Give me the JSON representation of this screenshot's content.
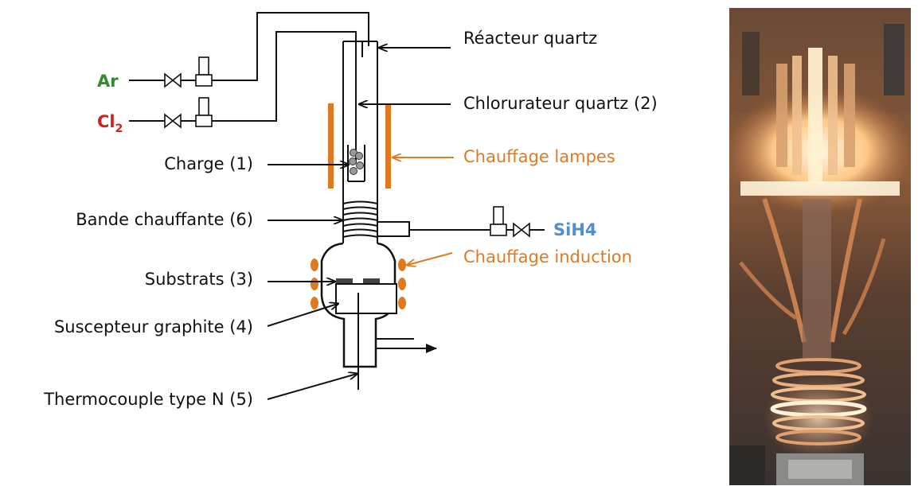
{
  "labels": {
    "ar": "Ar",
    "cl": "Cl",
    "cl_sub": "2",
    "sih4": "SiH4",
    "reacteur": "Réacteur quartz",
    "chlorurateur": "Chlorurateur quartz (2)",
    "charge": "Charge (1)",
    "chauffage_lampes": "Chauffage lampes",
    "bande": "Bande chauffante (6)",
    "chauffage_induction": "Chauffage induction",
    "substrats": "Substrats (3)",
    "suscepteur": "Suscepteur graphite (4)",
    "thermocouple": "Thermocouple type N (5)"
  },
  "colors": {
    "ar": "#2e8b2e",
    "cl2": "#d42020",
    "sih4": "#4f8fd0",
    "heating": "#e07a20",
    "line": "#111111"
  },
  "icons": {
    "valve": "valve-icon",
    "flowmeter": "flowmeter-icon"
  }
}
